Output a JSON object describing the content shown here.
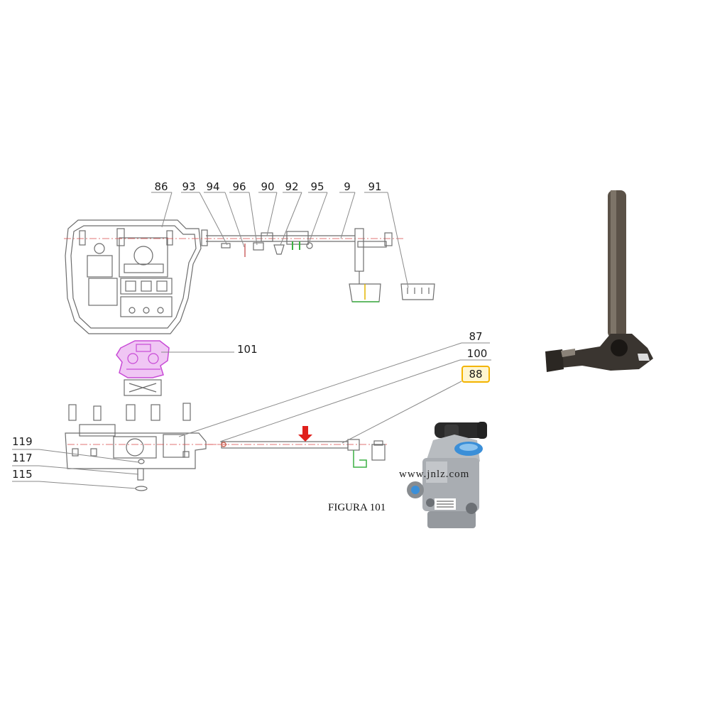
{
  "diagram": {
    "callouts_top": [
      "86",
      "93",
      "94",
      "96",
      "90",
      "92",
      "95",
      "9",
      "91"
    ],
    "callout_101": "101",
    "callout_87": "87",
    "callout_100": "100",
    "callout_88": "88",
    "callouts_left": [
      "119",
      "117",
      "115"
    ],
    "caption": "FIGURA 101",
    "watermark": "www.jnlz.com",
    "colors": {
      "highlight_part": "#c84bd6",
      "highlight_box": "#f3b400",
      "arrow": "#e0201c",
      "green_parts": "#3cb043",
      "shaft": "#5b5248"
    }
  }
}
